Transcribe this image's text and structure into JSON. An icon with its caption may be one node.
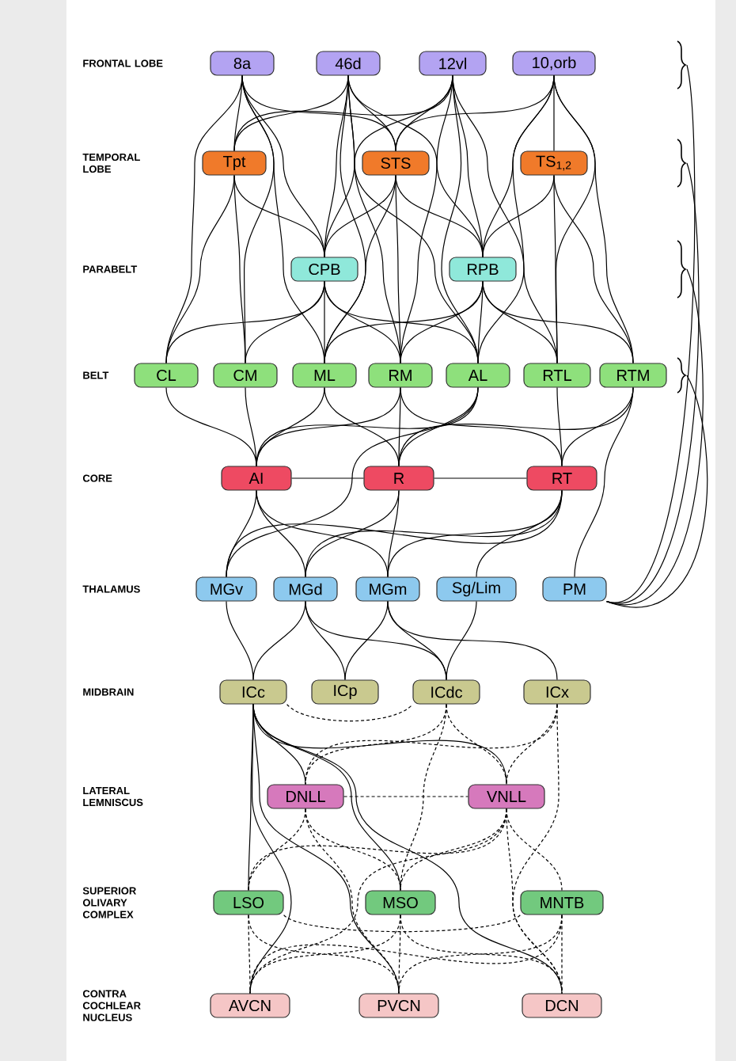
{
  "diagram": {
    "nodes": [
      {
        "text": [
          "8a"
        ]
      },
      {
        "text": [
          "46d"
        ]
      },
      {
        "text": [
          "12vl"
        ]
      },
      {
        "text": [
          "10,orb"
        ]
      },
      {
        "text": [
          "Tpt"
        ]
      },
      {
        "text": [
          "STS"
        ]
      },
      {
        "text": [
          "TS$_{1,2}$"
        ]
      },
      {
        "text": [
          "CPB"
        ]
      },
      {
        "text": [
          "RPB"
        ]
      },
      {
        "text": [
          "CL"
        ]
      },
      {
        "text": [
          "CM"
        ]
      },
      {
        "text": [
          "ML"
        ]
      },
      {
        "text": [
          "RM"
        ]
      },
      {
        "text": [
          "AL"
        ]
      },
      {
        "text": [
          "RTL"
        ]
      },
      {
        "text": [
          "RTM"
        ]
      },
      {
        "text": [
          "AI"
        ]
      },
      {
        "text": [
          "R"
        ]
      },
      {
        "text": [
          "RT"
        ]
      },
      {
        "text": [
          "MGv"
        ]
      },
      {
        "text": [
          "MGd"
        ]
      },
      {
        "text": [
          "MGm"
        ]
      },
      {
        "text": [
          "Sg/Lim"
        ]
      },
      {
        "text": [
          "PM"
        ]
      },
      {
        "text": [
          "ICc"
        ]
      },
      {
        "text": [
          "ICp"
        ]
      },
      {
        "text": [
          "ICdc"
        ]
      },
      {
        "text": [
          "ICx"
        ]
      },
      {
        "text": [
          "DNLL"
        ]
      },
      {
        "text": [
          "VNLL"
        ]
      },
      {
        "text": [
          "LSO"
        ]
      },
      {
        "text": [
          "MSO"
        ]
      },
      {
        "text": [
          "MNTB"
        ]
      },
      {
        "text": [
          "AVCN"
        ]
      },
      {
        "text": [
          "PVCN"
        ]
      },
      {
        "text": [
          "DCN"
        ]
      }
    ],
    "edges": [
      {
        "from": 0,
        "to": 4,
        "arrow": "none"
      },
      {
        "from": 0,
        "to": 5,
        "arrow": "none"
      },
      {
        "from": 0,
        "to": 7,
        "arrow": "none"
      },
      {
        "from": 0,
        "to": 9,
        "arrow": "none"
      },
      {
        "from": 0,
        "to": 10,
        "arrow": "none"
      },
      {
        "from": 0,
        "to": 11,
        "arrow": "none"
      },
      {
        "from": 1,
        "to": 4,
        "arrow": "none"
      },
      {
        "from": 1,
        "to": 5,
        "arrow": "none"
      },
      {
        "from": 1,
        "to": 7,
        "arrow": "none"
      },
      {
        "from": 1,
        "to": 8,
        "arrow": "none"
      },
      {
        "from": 1,
        "to": 11,
        "arrow": "none"
      },
      {
        "from": 1,
        "to": 12,
        "arrow": "none"
      },
      {
        "from": 1,
        "to": 13,
        "arrow": "none"
      },
      {
        "from": 2,
        "to": 4,
        "arrow": "none"
      },
      {
        "from": 2,
        "to": 5,
        "arrow": "none"
      },
      {
        "from": 2,
        "to": 7,
        "arrow": "none"
      },
      {
        "from": 2,
        "to": 8,
        "arrow": "none"
      },
      {
        "from": 2,
        "to": 12,
        "arrow": "none"
      },
      {
        "from": 2,
        "to": 13,
        "arrow": "none"
      },
      {
        "from": 2,
        "to": 14,
        "arrow": "none"
      },
      {
        "from": 3,
        "to": 5,
        "arrow": "none"
      },
      {
        "from": 3,
        "to": 6,
        "arrow": "none"
      },
      {
        "from": 3,
        "to": 8,
        "arrow": "none"
      },
      {
        "from": 3,
        "to": 13,
        "arrow": "none"
      },
      {
        "from": 3,
        "to": 14,
        "arrow": "none"
      },
      {
        "from": 3,
        "to": 15,
        "arrow": "none"
      },
      {
        "from": 4,
        "to": 7,
        "arrow": "none"
      },
      {
        "from": 4,
        "to": 9,
        "arrow": "none"
      },
      {
        "from": 4,
        "to": 10,
        "arrow": "none"
      },
      {
        "from": 5,
        "to": 7,
        "arrow": "none"
      },
      {
        "from": 5,
        "to": 8,
        "arrow": "none"
      },
      {
        "from": 5,
        "to": 11,
        "arrow": "none"
      },
      {
        "from": 5,
        "to": 12,
        "arrow": "none"
      },
      {
        "from": 6,
        "to": 8,
        "arrow": "none"
      },
      {
        "from": 6,
        "to": 14,
        "arrow": "none"
      },
      {
        "from": 6,
        "to": 15,
        "arrow": "none"
      },
      {
        "from": 7,
        "to": 9,
        "arrow": "none"
      },
      {
        "from": 7,
        "to": 10,
        "arrow": "none"
      },
      {
        "from": 7,
        "to": 11,
        "arrow": "none"
      },
      {
        "from": 7,
        "to": 12,
        "arrow": "none"
      },
      {
        "from": 7,
        "to": 13,
        "arrow": "none"
      },
      {
        "from": 8,
        "to": 11,
        "arrow": "none"
      },
      {
        "from": 8,
        "to": 12,
        "arrow": "none"
      },
      {
        "from": 8,
        "to": 13,
        "arrow": "none"
      },
      {
        "from": 8,
        "to": 14,
        "arrow": "none"
      },
      {
        "from": 8,
        "to": 15,
        "arrow": "none"
      },
      {
        "from": 9,
        "to": 16,
        "arrow": "none"
      },
      {
        "from": 10,
        "to": 16,
        "arrow": "none"
      },
      {
        "from": 11,
        "to": 16,
        "arrow": "none"
      },
      {
        "from": 11,
        "to": 17,
        "arrow": "none"
      },
      {
        "from": 12,
        "to": 16,
        "arrow": "none"
      },
      {
        "from": 12,
        "to": 17,
        "arrow": "none"
      },
      {
        "from": 12,
        "to": 18,
        "arrow": "none"
      },
      {
        "from": 13,
        "to": 16,
        "arrow": "none"
      },
      {
        "from": 13,
        "to": 17,
        "arrow": "none"
      },
      {
        "from": 14,
        "to": 18,
        "arrow": "none"
      },
      {
        "from": 15,
        "to": 17,
        "arrow": "none"
      },
      {
        "from": 15,
        "to": 18,
        "arrow": "none"
      },
      {
        "from": 16,
        "to": 17,
        "arrow": "none"
      },
      {
        "from": 17,
        "to": 18,
        "arrow": "none"
      },
      {
        "from": 16,
        "to": 19,
        "arrow": "none"
      },
      {
        "from": 16,
        "to": 20,
        "arrow": "none"
      },
      {
        "from": 16,
        "to": 21,
        "arrow": "none"
      },
      {
        "from": 17,
        "to": 20,
        "arrow": "none"
      },
      {
        "from": 17,
        "to": 21,
        "arrow": "none"
      },
      {
        "from": 18,
        "to": 19,
        "arrow": "none"
      },
      {
        "from": 18,
        "to": 20,
        "arrow": "none"
      },
      {
        "from": 18,
        "to": 21,
        "arrow": "none"
      },
      {
        "from": 18,
        "to": 22,
        "arrow": "none"
      },
      {
        "from": 13,
        "to": 19,
        "arrow": "none"
      },
      {
        "from": 15,
        "to": 23,
        "arrow": "none"
      },
      {
        "from": null,
        "to": 23,
        "arrow": "none"
      },
      {
        "from": null,
        "to": 23,
        "arrow": "none"
      },
      {
        "from": null,
        "to": 23,
        "arrow": "none"
      },
      {
        "from": null,
        "to": 23,
        "arrow": "none"
      },
      {
        "from": 19,
        "to": 24,
        "arrow": "none"
      },
      {
        "from": 20,
        "to": 24,
        "arrow": "none"
      },
      {
        "from": 20,
        "to": 25,
        "arrow": "none"
      },
      {
        "from": 20,
        "to": 26,
        "arrow": "none"
      },
      {
        "from": 21,
        "to": 25,
        "arrow": "none"
      },
      {
        "from": 21,
        "to": 26,
        "arrow": "none"
      },
      {
        "from": 21,
        "to": 27,
        "arrow": "none"
      },
      {
        "from": 22,
        "to": 26,
        "arrow": "none"
      },
      {
        "from": 24,
        "to": 26,
        "arrow": "none",
        "style": "dashed"
      },
      {
        "from": 24,
        "to": 28,
        "arrow": "none"
      },
      {
        "from": 24,
        "to": 29,
        "arrow": "none"
      },
      {
        "from": 24,
        "to": 30,
        "arrow": "none"
      },
      {
        "from": 24,
        "to": 31,
        "arrow": "none"
      },
      {
        "from": 24,
        "to": 33,
        "arrow": "none"
      },
      {
        "from": 24,
        "to": 34,
        "arrow": "none"
      },
      {
        "from": 24,
        "to": 35,
        "arrow": "none"
      },
      {
        "from": 26,
        "to": 28,
        "arrow": "none",
        "style": "dashed"
      },
      {
        "from": 26,
        "to": 29,
        "arrow": "none",
        "style": "dashed"
      },
      {
        "from": 26,
        "to": 31,
        "arrow": "none",
        "style": "dashed"
      },
      {
        "from": 27,
        "to": 28,
        "arrow": "none",
        "style": "dashed"
      },
      {
        "from": 27,
        "to": 29,
        "arrow": "none",
        "style": "dashed"
      },
      {
        "from": 27,
        "to": 35,
        "arrow": "none",
        "style": "dashed"
      },
      {
        "from": 28,
        "to": 29,
        "arrow": "none",
        "style": "dashed"
      },
      {
        "from": 28,
        "to": 30,
        "arrow": "none",
        "style": "dashed"
      },
      {
        "from": 28,
        "to": 31,
        "arrow": "none",
        "style": "dashed"
      },
      {
        "from": 28,
        "to": 34,
        "arrow": "none",
        "style": "dashed"
      },
      {
        "from": 29,
        "to": 30,
        "arrow": "none",
        "style": "dashed"
      },
      {
        "from": 29,
        "to": 31,
        "arrow": "none",
        "style": "dashed"
      },
      {
        "from": 29,
        "to": 32,
        "arrow": "none",
        "style": "dashed"
      },
      {
        "from": 29,
        "to": 33,
        "arrow": "none",
        "style": "dashed"
      },
      {
        "from": 29,
        "to": 35,
        "arrow": "none",
        "style": "dashed"
      },
      {
        "from": 30,
        "to": 33,
        "arrow": "none",
        "style": "dashed"
      },
      {
        "from": 30,
        "to": 34,
        "arrow": "none",
        "style": "dashed"
      },
      {
        "from": 30,
        "to": 32,
        "arrow": "none",
        "style": "dashed"
      },
      {
        "from": 31,
        "to": 33,
        "arrow": "none",
        "style": "dashed"
      },
      {
        "from": 31,
        "to": 34,
        "arrow": "none",
        "style": "dashed"
      },
      {
        "from": 31,
        "to": 35,
        "arrow": "none",
        "style": "dashed"
      },
      {
        "from": 32,
        "to": 33,
        "arrow": "none",
        "style": "dashed"
      },
      {
        "from": 32,
        "to": 34,
        "arrow": "none",
        "style": "dashed"
      },
      {
        "from": 32,
        "to": 35,
        "arrow": "none",
        "style": "dashed"
      }
    ],
    "labels": [
      "FRONTAL LOBE",
      "TEMPORAL LOBE",
      "PARABELT",
      "BELT",
      "CORE",
      "THALAMUS",
      "MIDBRAIN",
      "LATERAL LEMNISCUS",
      "SUPERIOR OLIVARY COMPLEX",
      "CONTRA COCHLEAR NUCLEUS"
    ]
  }
}
